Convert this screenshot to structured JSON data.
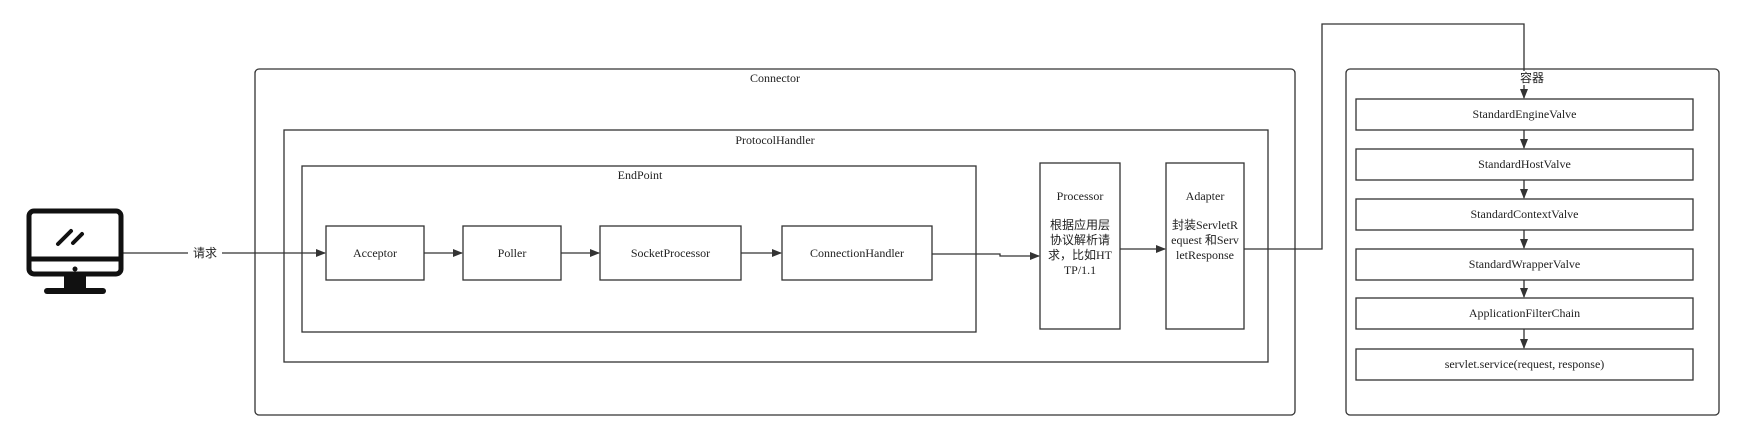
{
  "client": {
    "icon": "monitor-icon",
    "request_label": "请求"
  },
  "connector": {
    "title": "Connector",
    "protocol_handler": {
      "title": "ProtocolHandler",
      "endpoint": {
        "title": "EndPoint",
        "components": [
          "Acceptor",
          "Poller",
          "SocketProcessor",
          "ConnectionHandler"
        ]
      },
      "processor": {
        "title": "Processor",
        "description": "根据应用层协议解析请求，比如HTTP/1.1"
      },
      "adapter": {
        "title": "Adapter",
        "description": "封装ServletRequest 和ServletResponse"
      }
    }
  },
  "container": {
    "title": "容器",
    "pipeline": [
      "StandardEngineValve",
      "StandardHostValve",
      "StandardContextValve",
      "StandardWrapperValve",
      "ApplicationFilterChain",
      "servlet.service(request, response)"
    ]
  },
  "colors": {
    "stroke": "#333333",
    "text": "#222222",
    "background": "#ffffff"
  }
}
